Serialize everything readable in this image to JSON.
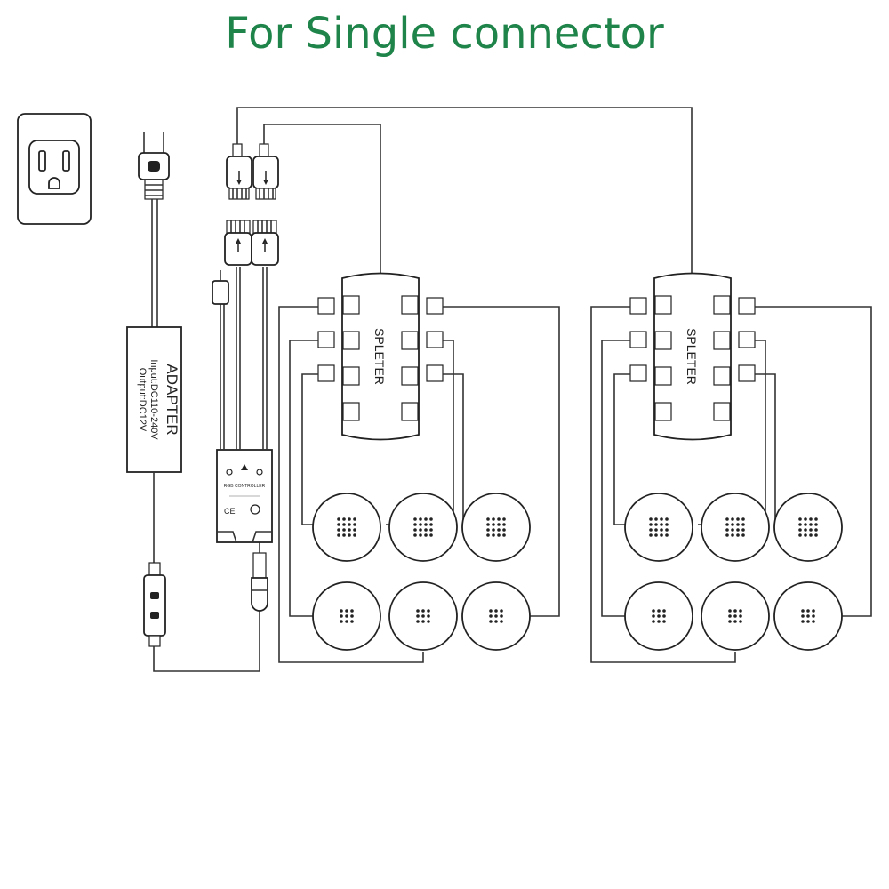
{
  "title": "For Single connector",
  "colors": {
    "title": "#1e8449",
    "lines": "#222222"
  },
  "adapter": {
    "name": "ADAPTER",
    "input": "Input:DC110-240V",
    "output": "Output:DC12V"
  },
  "controller": {
    "label": "RGB CONTROLLER"
  },
  "splitters": [
    {
      "label": "SPLETER"
    },
    {
      "label": "SPLETER"
    }
  ],
  "icons": [
    "wall-outlet-icon",
    "power-plug-icon",
    "barrel-jack-icon",
    "inline-switch-icon",
    "puck-light-icon"
  ]
}
